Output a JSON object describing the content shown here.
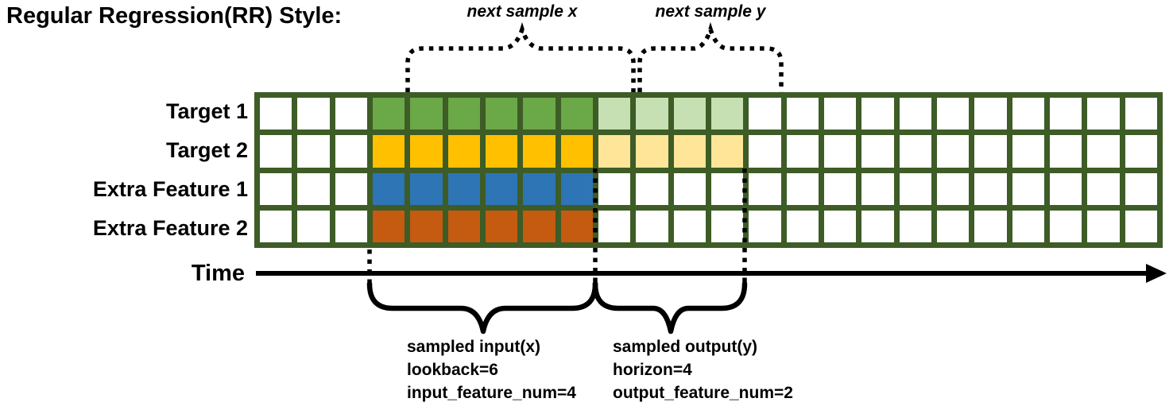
{
  "title": "Regular Regression(RR) Style:",
  "annotations": {
    "next_sample_x": "next sample x",
    "next_sample_y": "next sample y",
    "time_label": "Time",
    "input_block": [
      "sampled input(x)",
      "lookback=6",
      "input_feature_num=4"
    ],
    "output_block": [
      "sampled output(y)",
      "horizon=4",
      "output_feature_num=2"
    ]
  },
  "grid": {
    "columns": 24,
    "rows_count": 4,
    "input_start_col": 3,
    "input_cols": 6,
    "output_cols": 4,
    "border_color": "#3D5C26",
    "empty_color": "#FFFFFF",
    "rows": [
      {
        "label": "Target 1",
        "input_color": "#6BA847",
        "output_color": "#C6DFB3"
      },
      {
        "label": "Target 2",
        "input_color": "#FFC000",
        "output_color": "#FFE598"
      },
      {
        "label": "Extra Feature 1",
        "input_color": "#2E75B6",
        "output_color": null
      },
      {
        "label": "Extra Feature 2",
        "input_color": "#C55A11",
        "output_color": null
      }
    ],
    "params": {
      "lookback": 6,
      "horizon": 4,
      "input_feature_num": 4,
      "output_feature_num": 2
    }
  },
  "colors": {
    "ink": "#000000"
  }
}
